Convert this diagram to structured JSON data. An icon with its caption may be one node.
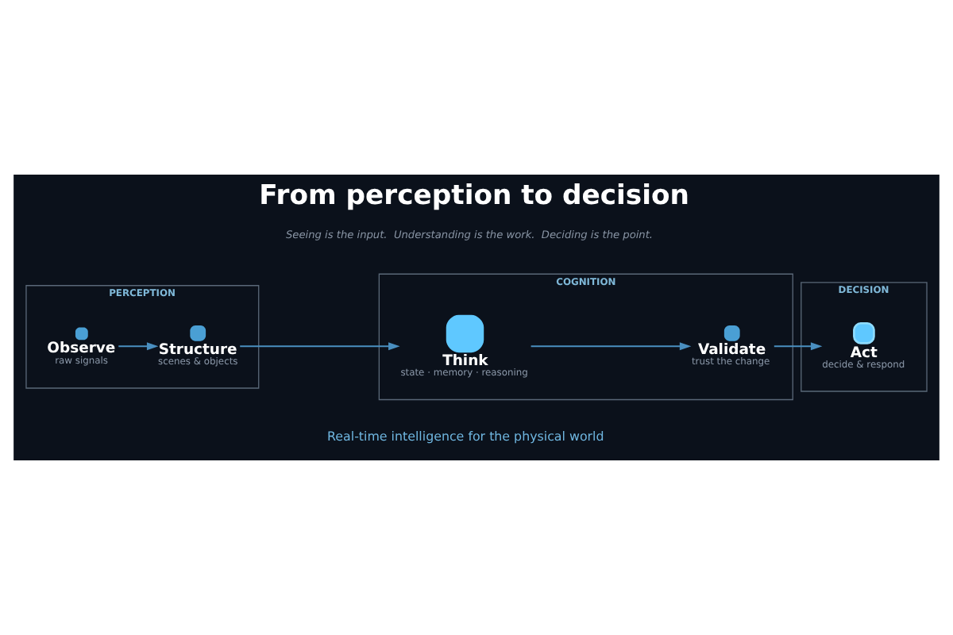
{
  "diagram": {
    "title": "From perception to decision",
    "caption": "Seeing is the input.  Understanding is the work.  Deciding is the point.",
    "nodes": [
      {
        "text": [
          "PERCEPTION"
        ]
      },
      {
        "text": [
          "Observe",
          "raw signals"
        ],
        "in": 0
      },
      {
        "text": [
          "Structure",
          "scenes & objects"
        ],
        "in": 0
      },
      {
        "text": [
          "COGNITION"
        ]
      },
      {
        "text": [
          "Think",
          "state · memory · reasoning"
        ],
        "in": 3
      },
      {
        "text": [
          "Validate",
          "trust the change"
        ],
        "in": 3
      },
      {
        "text": [
          "DECISION"
        ]
      },
      {
        "text": [
          "Act",
          "decide & respond"
        ],
        "in": 6
      }
    ],
    "edges": [
      {
        "from": 1,
        "to": 2,
        "arrow": "to"
      },
      {
        "from": 2,
        "to": 4,
        "arrow": "to"
      },
      {
        "from": 4,
        "to": 5,
        "arrow": "to"
      },
      {
        "from": 5,
        "to": 7,
        "arrow": "to"
      }
    ],
    "labels": [
      "Real-time intelligence for the physical world"
    ]
  }
}
